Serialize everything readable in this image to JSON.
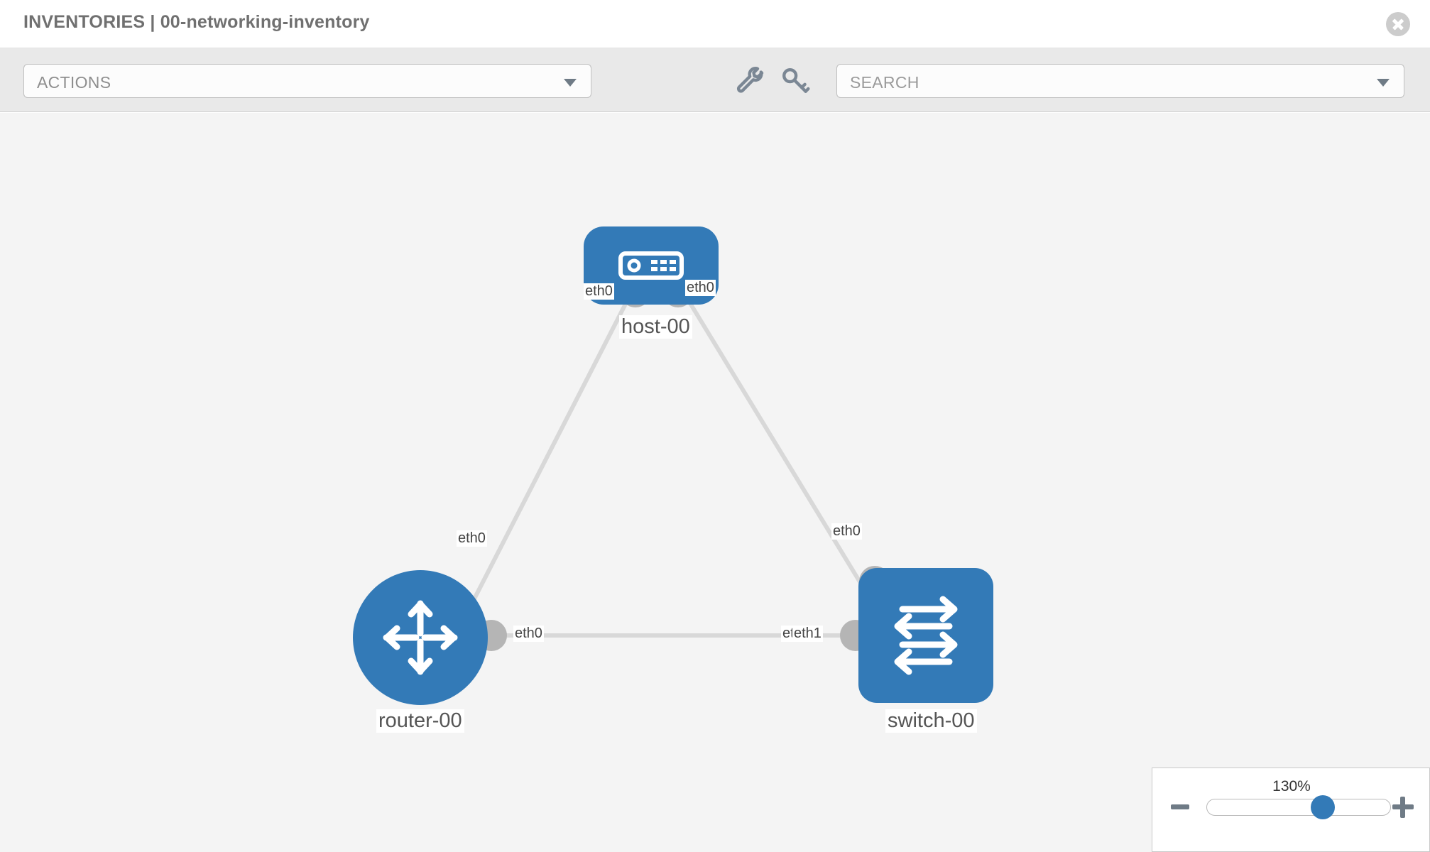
{
  "header": {
    "title": "INVENTORIES | 00-networking-inventory",
    "close_label": "close-icon"
  },
  "toolbar": {
    "actions_label": "ACTIONS",
    "search_placeholder": "SEARCH",
    "wrench_icon": "wrench-icon",
    "key_icon": "key-icon",
    "actions_caret": "chevron-down-icon",
    "search_caret": "chevron-down-icon"
  },
  "topology": {
    "nodes": [
      {
        "id": "host",
        "label": "host-00",
        "type": "host",
        "icon": "server-icon",
        "color": "#337ab7"
      },
      {
        "id": "router",
        "label": "router-00",
        "type": "router",
        "icon": "router-arrows-icon",
        "color": "#337ab7"
      },
      {
        "id": "switch",
        "label": "switch-00",
        "type": "switch",
        "icon": "switch-arrows-icon",
        "color": "#337ab7"
      }
    ],
    "links": [
      {
        "from": "router",
        "to": "host",
        "from_port": "eth0",
        "to_port": "eth0"
      },
      {
        "from": "host",
        "to": "switch",
        "from_port": "eth0",
        "to_port": "eth0"
      },
      {
        "from": "router",
        "to": "switch",
        "from_port": "eth0",
        "to_port": "eth1"
      }
    ],
    "port_labels": {
      "host_left": "eth0",
      "host_right": "eth0",
      "router_up": "eth0",
      "switch_up": "eth0",
      "router_right": "eth0",
      "switch_left_a": "eth",
      "switch_left_b": "eth1"
    },
    "link_color": "#d8d8d8",
    "port_color": "#b5b5b5",
    "background": "#f4f4f4"
  },
  "zoom": {
    "value_label": "130%",
    "minus_label": "minus-icon",
    "plus_label": "plus-icon",
    "slider_percent": 65
  }
}
